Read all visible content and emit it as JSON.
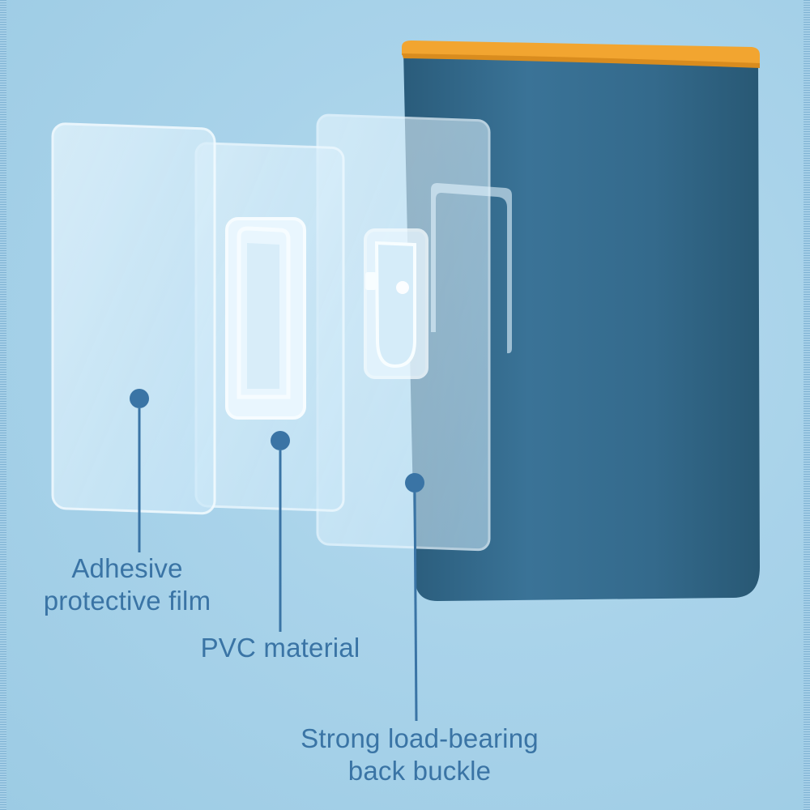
{
  "colors": {
    "background": "#a9d3ea",
    "container_body": "#2f6484",
    "container_rim": "#f2a530",
    "film": "#d7eefb",
    "callout": "#3a74a5"
  },
  "callouts": [
    {
      "line1": "Adhesive",
      "line2": "protective film"
    },
    {
      "line1": "PVC material"
    },
    {
      "line1": "Strong load-bearing",
      "line2": "back buckle"
    }
  ]
}
